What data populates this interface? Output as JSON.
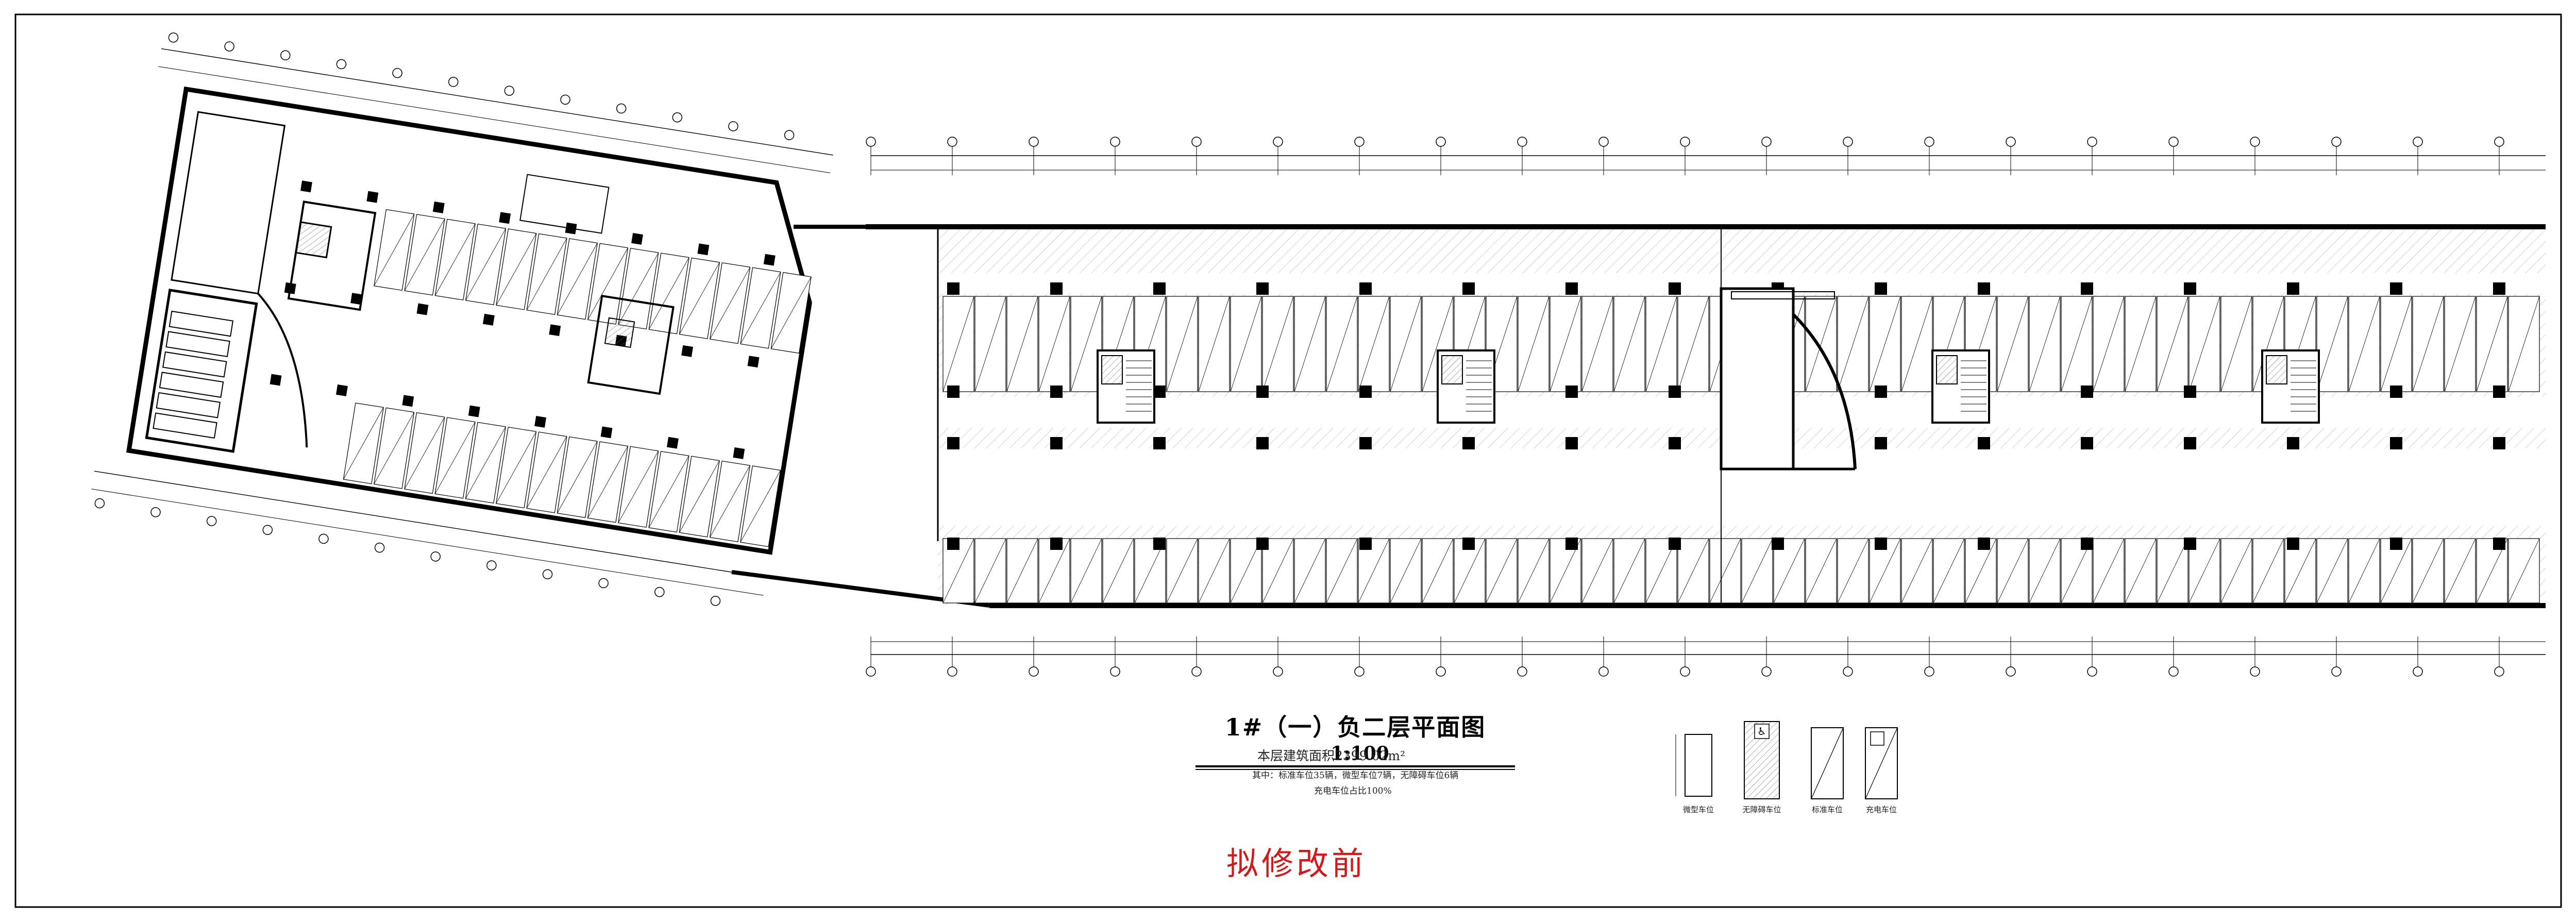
{
  "drawing": {
    "title": "1#（一）负二层平面图",
    "scale": "1:100",
    "area_note": "本层建筑面积2399.02m²",
    "parking_note": "其中：标准车位35辆，微型车位7辆，无障碍车位6辆",
    "charging_note": "充电车位占比100%",
    "stamp": "拟修改前"
  },
  "legend": [
    {
      "label": "微型车位",
      "icon": "micro-parking-icon"
    },
    {
      "label": "无障碍车位",
      "icon": "accessible-parking-icon"
    },
    {
      "label": "标准车位",
      "icon": "standard-parking-icon"
    },
    {
      "label": "充电车位",
      "icon": "charging-parking-icon"
    }
  ],
  "colors": {
    "line": "#000000",
    "stamp": "#d21a1a",
    "hatch": "#444444"
  }
}
